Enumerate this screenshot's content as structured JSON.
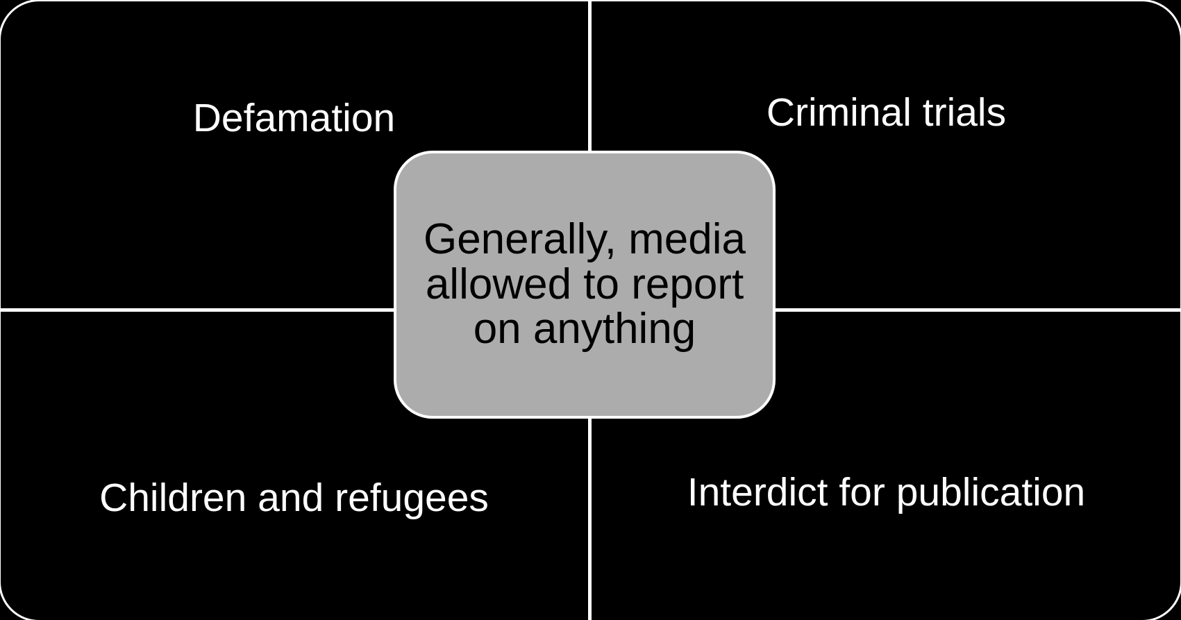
{
  "diagram": {
    "type": "quadrant-diagram",
    "quadrants": [
      {
        "position": "top-left",
        "label": "Defamation"
      },
      {
        "position": "top-right",
        "label": "Criminal trials"
      },
      {
        "position": "bottom-left",
        "label": "Children and refugees"
      },
      {
        "position": "bottom-right",
        "label": "Interdict for publication"
      }
    ],
    "center": {
      "text": "Generally, media allowed to report on anything"
    },
    "colors": {
      "background": "#000000",
      "quadrant_fill": "#000000",
      "quadrant_text": "#ffffff",
      "divider": "#ffffff",
      "center_fill": "#acacac",
      "center_border": "#ffffff",
      "center_text": "#000000"
    }
  }
}
